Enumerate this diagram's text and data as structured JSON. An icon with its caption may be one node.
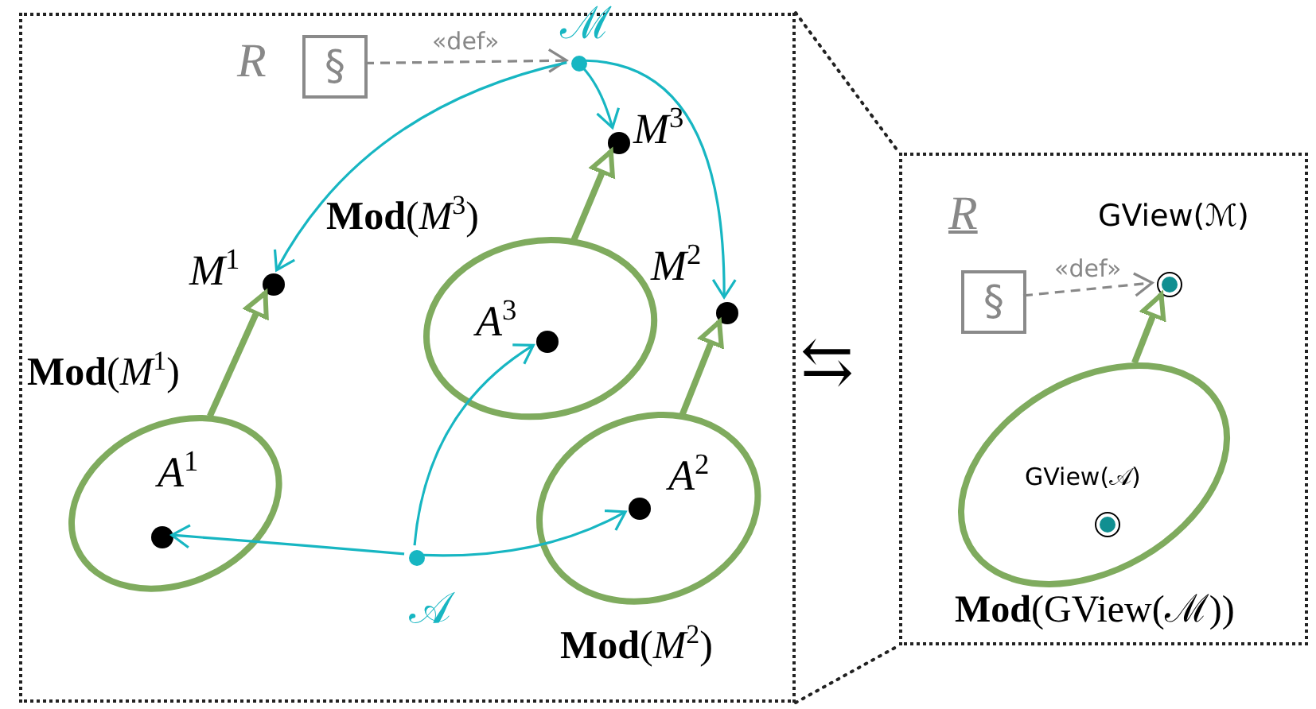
{
  "diagram": {
    "nodes": [
      {
        "text": [],
        "shape": "box"
      },
      {
        "text": [
          "§"
        ],
        "beside": [
          "R"
        ],
        "in": 0
      },
      {
        "text": [
          "ℳ"
        ],
        "in": 0
      },
      {
        "text": [
          "*M*$^{3}$"
        ],
        "in": 0
      },
      {
        "text": [
          "*M*$^{1}$"
        ],
        "in": 0
      },
      {
        "text": [
          "*M*$^{2}$"
        ],
        "in": 0
      },
      {
        "text": [
          "**Mod**(*M*$^{3}$)"
        ],
        "in": 0
      },
      {
        "text": [
          "*A*$^{3}$"
        ],
        "in": 6
      },
      {
        "text": [
          "**Mod**(*M*$^{1}$)"
        ],
        "in": 0
      },
      {
        "text": [
          "*A*$^{1}$"
        ],
        "in": 8
      },
      {
        "text": [
          "**Mod**(*M*$^{2}$)"
        ],
        "in": 0
      },
      {
        "text": [
          "*A*$^{2}$"
        ],
        "in": 10
      },
      {
        "text": [
          "𝒜"
        ],
        "in": 0
      },
      {
        "text": [],
        "shape": "box"
      },
      {
        "text": [
          "§"
        ],
        "beside": [
          "R"
        ],
        "in": 13
      },
      {
        "text": [
          "GView(ℳ)"
        ],
        "in": 13
      },
      {
        "text": [
          "**Mod**(GView(ℳ))"
        ],
        "in": 13
      },
      {
        "text": [
          "GView(𝒜)"
        ],
        "in": 16
      }
    ],
    "edges": [
      {
        "from": 1,
        "to": 2,
        "arrow": "to",
        "label": "«def»",
        "style": "dashed",
        "color": "#888888"
      },
      {
        "from": 2,
        "to": 4,
        "arrow": "to"
      },
      {
        "from": 2,
        "to": 3,
        "arrow": "to"
      },
      {
        "from": 2,
        "to": 5,
        "arrow": "to"
      },
      {
        "from": 12,
        "to": 9,
        "arrow": "to"
      },
      {
        "from": 12,
        "to": 7,
        "arrow": "to"
      },
      {
        "from": 12,
        "to": 11,
        "arrow": "to"
      },
      {
        "from": 8,
        "to": 4,
        "arrow": "to",
        "style": "thick",
        "color": "#7fab5e"
      },
      {
        "from": 6,
        "to": 3,
        "arrow": "to",
        "style": "thick",
        "color": "#7fab5e"
      },
      {
        "from": 10,
        "to": 5,
        "arrow": "to",
        "style": "thick",
        "color": "#7fab5e"
      },
      {
        "from": 14,
        "to": 15,
        "arrow": "to",
        "label": "«def»",
        "style": "dashed",
        "color": "#888888"
      },
      {
        "from": 16,
        "to": 15,
        "arrow": "to",
        "style": "thick",
        "color": "#7fab5e"
      }
    ],
    "labels": [
      "⇆"
    ]
  }
}
